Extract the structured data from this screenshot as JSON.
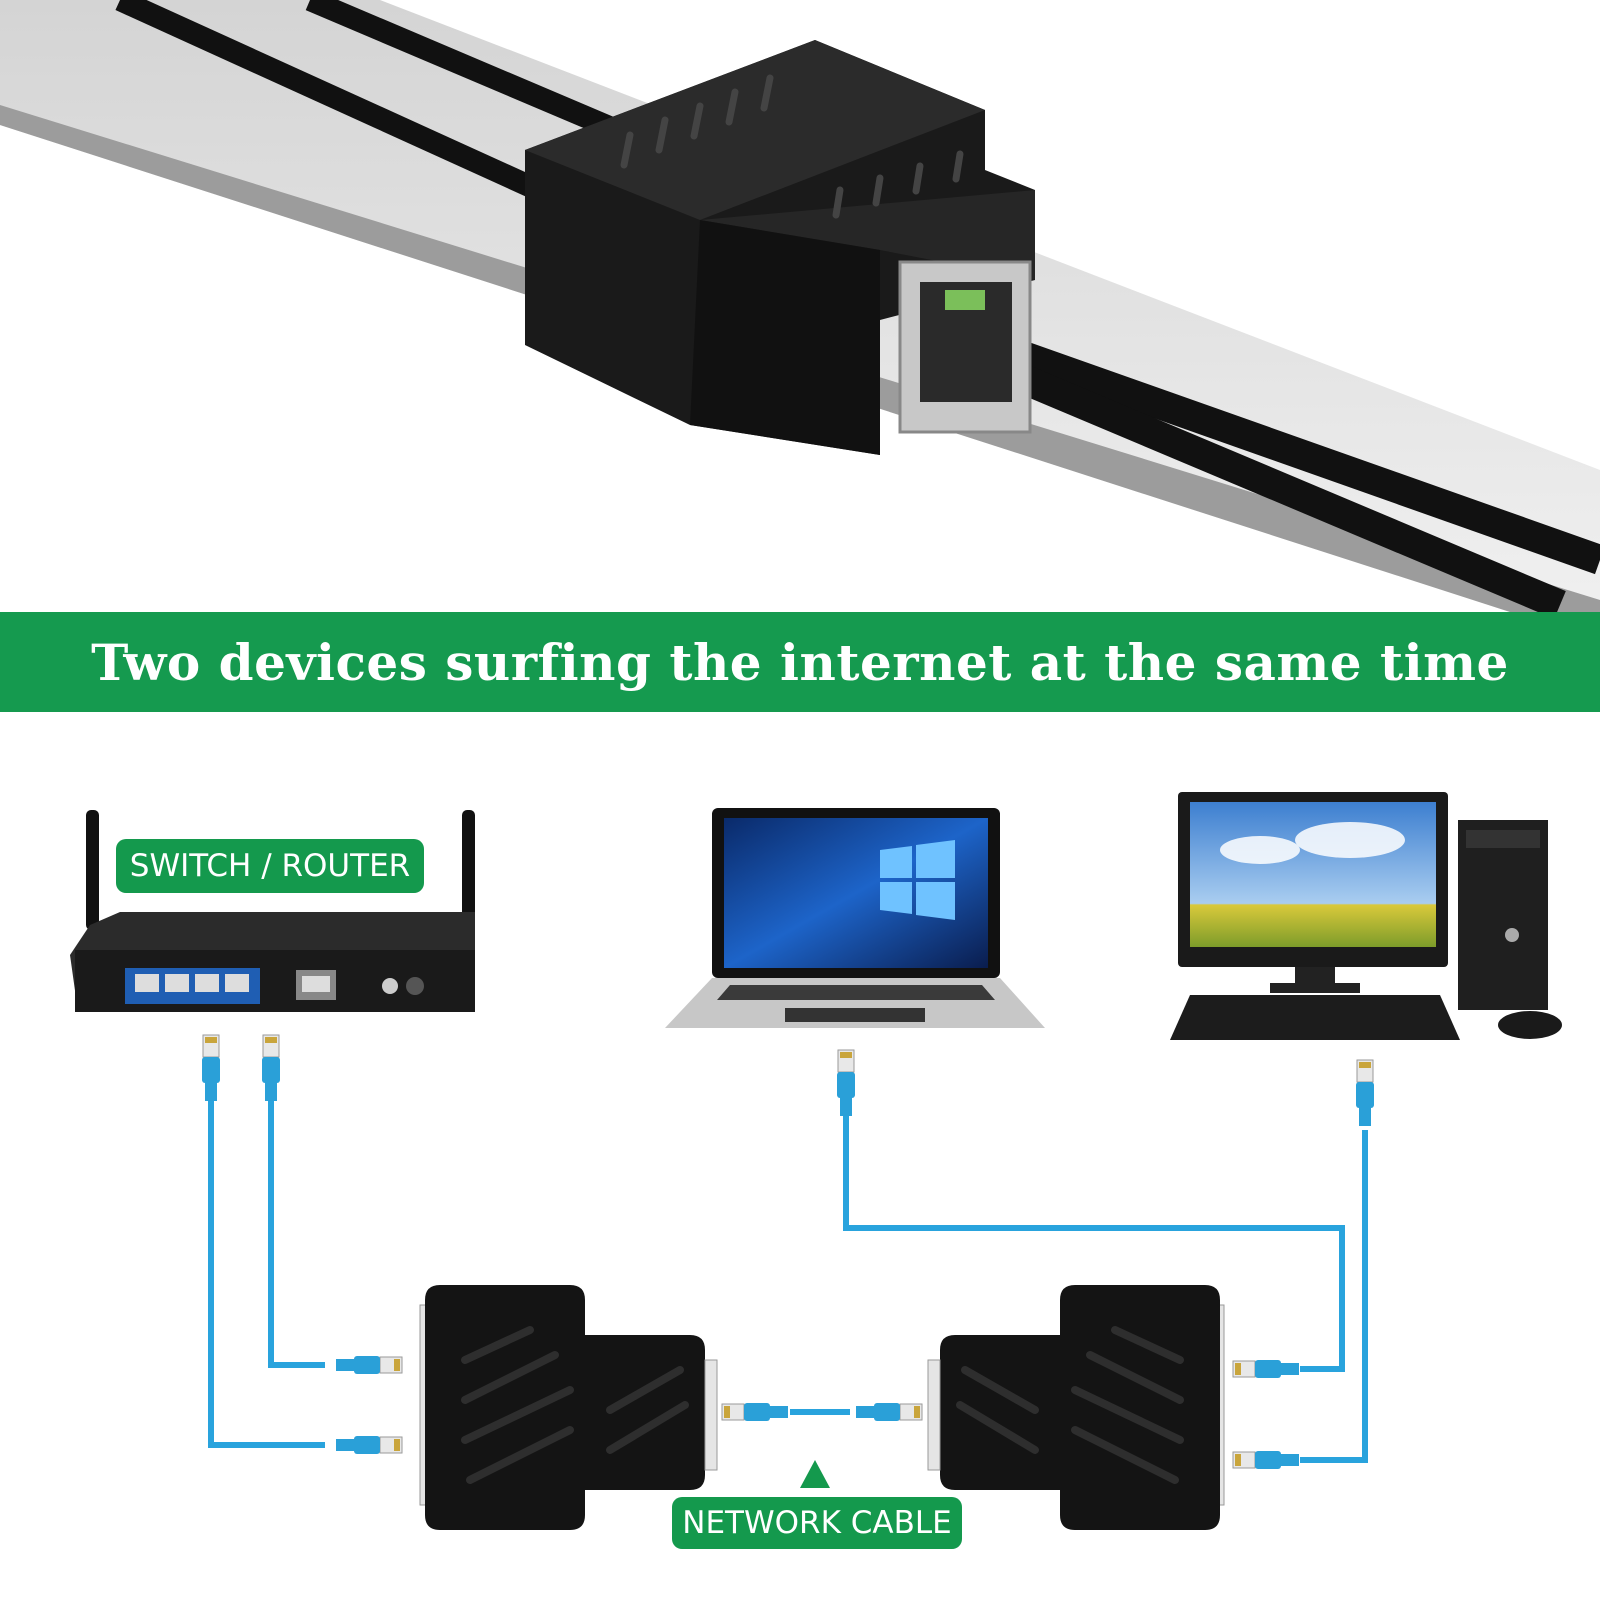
{
  "banner": {
    "text": "Two devices surfing the internet at the same time"
  },
  "labels": {
    "router": "SWITCH / ROUTER",
    "network_cable": "NETWORK CABLE"
  },
  "colors": {
    "banner_green": "#159a4f",
    "cable_blue": "#29a3dd",
    "adapter_black": "#121212"
  },
  "icons": [
    "router-icon",
    "laptop-icon",
    "desktop-computer-icon",
    "splitter-adapter-icon",
    "ethernet-plug-icon",
    "triangle-up-icon"
  ]
}
